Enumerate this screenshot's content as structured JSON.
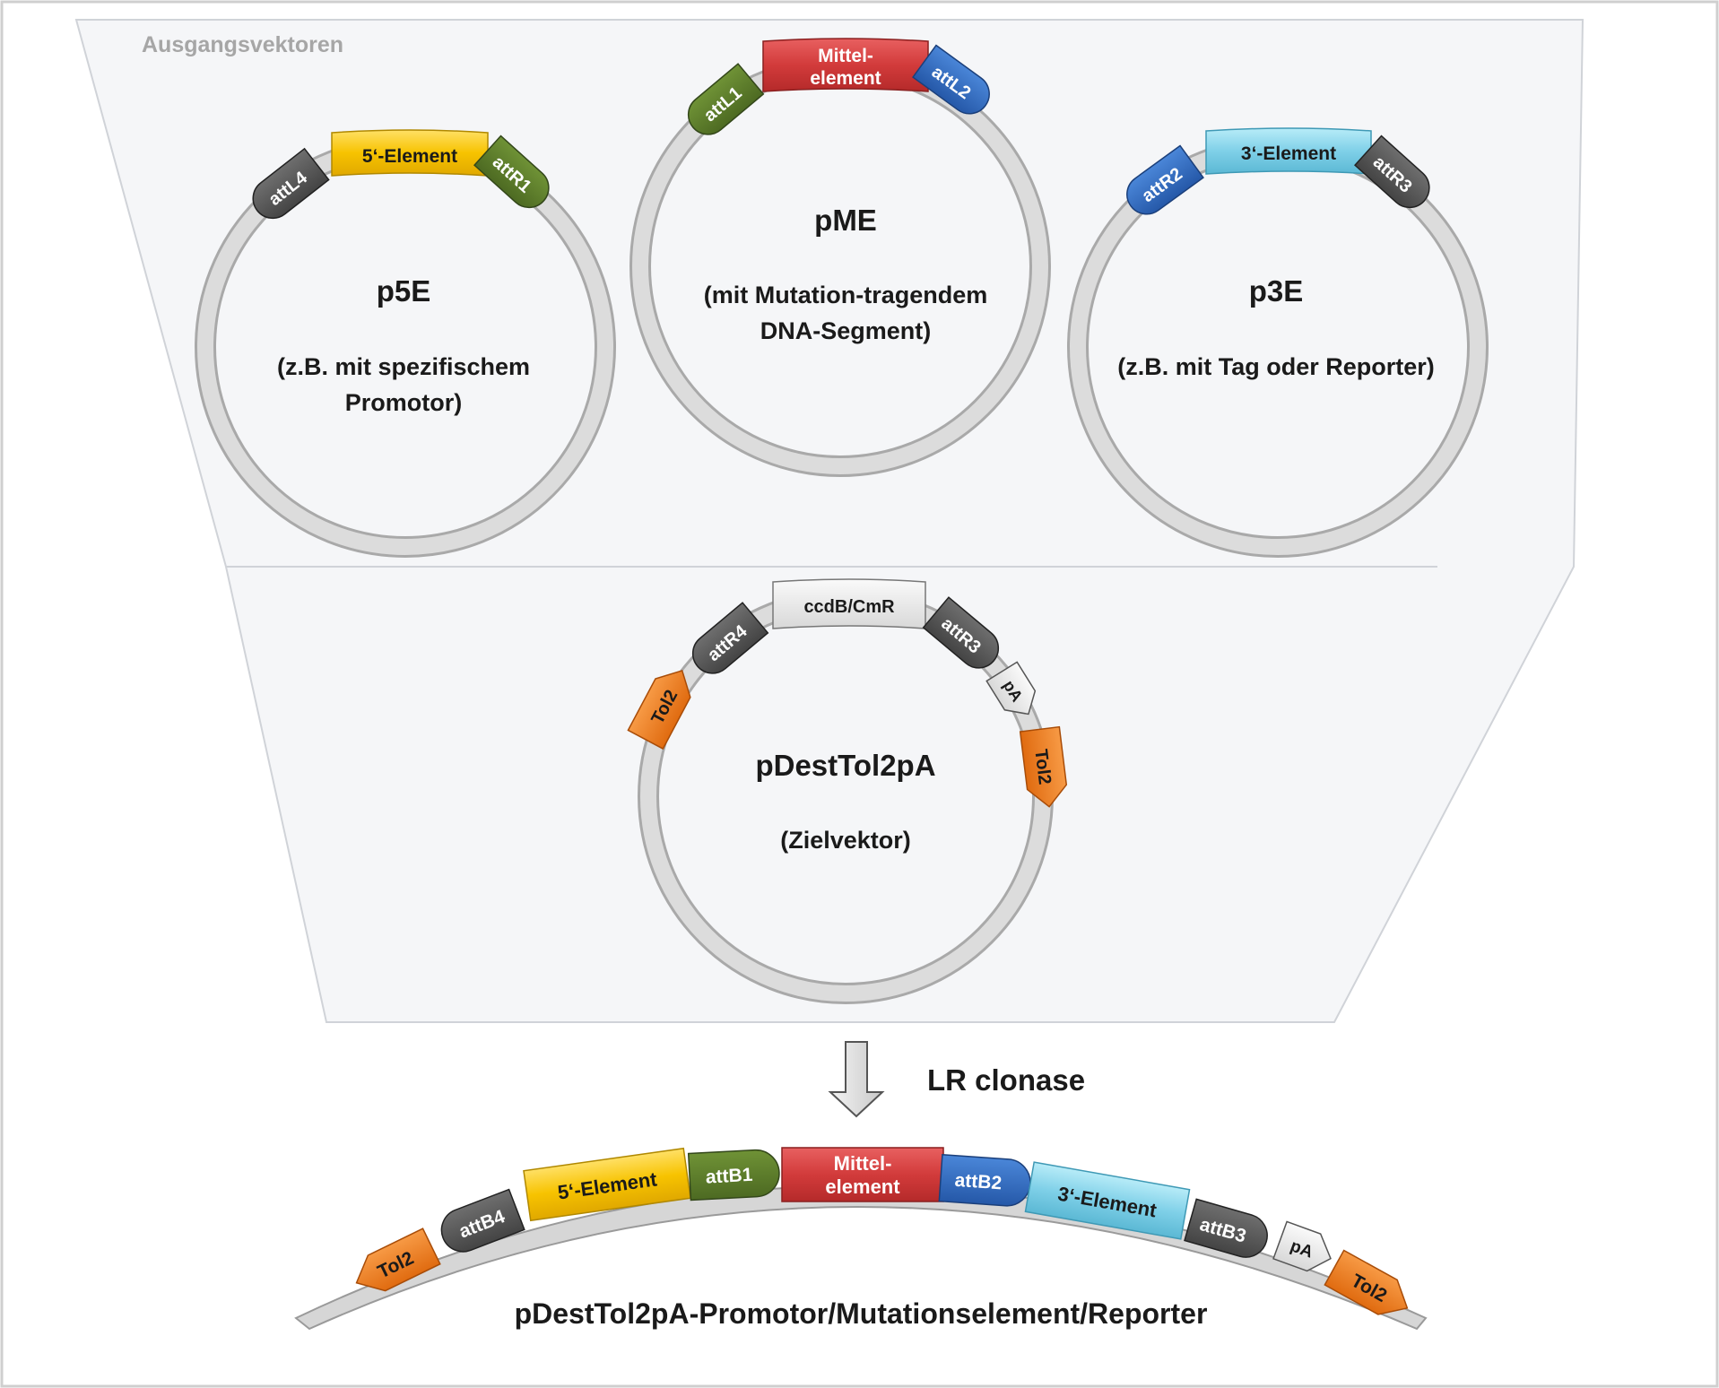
{
  "section_label": "Ausgangsvektoren",
  "colors": {
    "frame": "#cfcfcf",
    "funnel_fill": "#f5f6f8",
    "funnel_edge": "#d0d3d8",
    "ring": "#c6c6c6",
    "gray_block": "#555555",
    "green_block": "#5a7a2a",
    "blue_block": "#2f6bbf",
    "red_block": "#d23b3b",
    "yellow_block": "#f7c300",
    "lightblue_block": "#7fd0e8",
    "orange_block": "#f07f1a",
    "light_block": "#e3e3e3",
    "section_label": "#a6a6a6",
    "text": "#1a1a1a"
  },
  "vectors": {
    "p5e": {
      "name": "p5E",
      "desc_line1": "(z.B. mit spezifischem",
      "desc_line2": "Promotor)",
      "elements": {
        "left": "attL4",
        "center": "5‘-Element",
        "right": "attR1"
      }
    },
    "pme": {
      "name": "pME",
      "desc_line1": "(mit Mutation-tragendem",
      "desc_line2": "DNA-Segment)",
      "elements": {
        "left": "attL1",
        "center_line1": "Mittel-",
        "center_line2": "element",
        "right": "attL2"
      }
    },
    "p3e": {
      "name": "p3E",
      "desc_line1": "(z.B. mit Tag oder Reporter)",
      "elements": {
        "left": "attR2",
        "center": "3‘-Element",
        "right": "attR3"
      }
    },
    "dest": {
      "name": "pDestTol2pA",
      "desc": "(Zielvektor)",
      "elements": {
        "tol2_left": "Tol2",
        "att_left": "attR4",
        "center": "ccdB/CmR",
        "att_right": "attR3",
        "pa": "pA",
        "tol2_right": "Tol2"
      }
    }
  },
  "reaction": {
    "label": "LR clonase",
    "icon": "down-arrow-icon"
  },
  "product": {
    "title": "pDestTol2pA-Promotor/Mutationselement/Reporter",
    "elements": {
      "tol2_left": "Tol2",
      "attb4": "attB4",
      "five_element": "5‘-Element",
      "attb1": "attB1",
      "middle_line1": "Mittel-",
      "middle_line2": "element",
      "attb2": "attB2",
      "three_element": "3‘-Element",
      "attb3": "attB3",
      "pa": "pA",
      "tol2_right": "Tol2"
    }
  }
}
